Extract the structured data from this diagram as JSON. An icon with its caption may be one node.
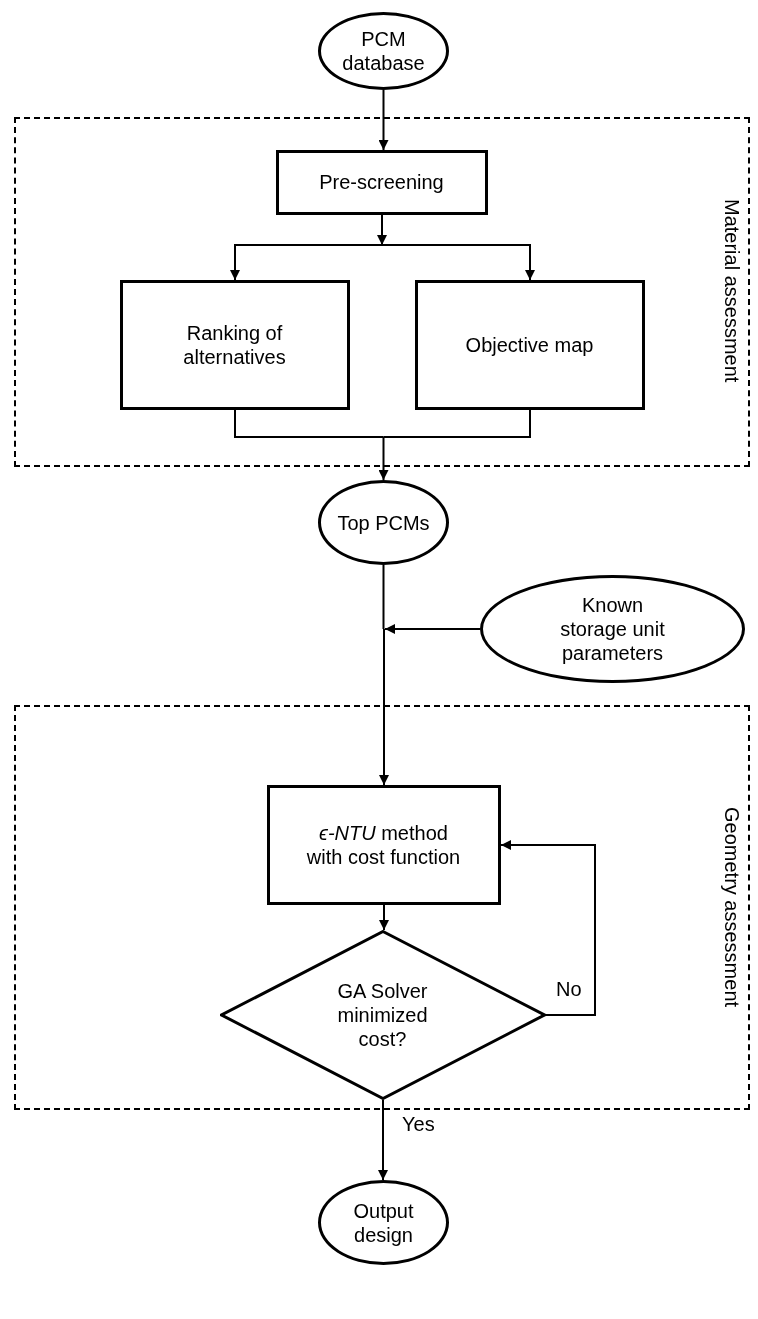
{
  "diagram": {
    "nodes": [
      {
        "text": [
          "PCM database"
        ]
      },
      {
        "text": [
          "Material assessment"
        ]
      },
      {
        "text": [
          "Pre-screening"
        ],
        "in": 1
      },
      {
        "text": [
          "Ranking of alternatives"
        ],
        "in": 1
      },
      {
        "text": [
          "Objective map"
        ],
        "in": 1
      },
      {
        "text": [
          "Top PCMs"
        ]
      },
      {
        "text": [
          "Known storage unit parameters"
        ]
      },
      {
        "text": [
          "Geometry assessment"
        ]
      },
      {
        "text": [
          "*ϵ-NTU* method with cost function"
        ],
        "in": 7
      },
      {
        "text": [
          "GA Solver minimized cost?"
        ],
        "in": 7
      },
      {
        "text": [
          "Output design"
        ]
      }
    ],
    "edges": [
      {
        "from": 0,
        "to": 2,
        "arrow": "to"
      },
      {
        "from": 2,
        "to": 3,
        "arrow": "to"
      },
      {
        "from": 2,
        "to": 4,
        "arrow": "to"
      },
      {
        "from": 3,
        "to": 5,
        "arrow": "to"
      },
      {
        "from": 4,
        "to": 5,
        "arrow": "to"
      },
      {
        "from": 5,
        "to": 8,
        "arrow": "to"
      },
      {
        "from": 6,
        "to": 8,
        "arrow": "to"
      },
      {
        "from": 8,
        "to": 9,
        "arrow": "to"
      },
      {
        "from": 9,
        "to": 8,
        "arrow": "to",
        "label": "No"
      },
      {
        "from": 9,
        "to": 10,
        "arrow": "to",
        "label": "Yes"
      }
    ]
  }
}
